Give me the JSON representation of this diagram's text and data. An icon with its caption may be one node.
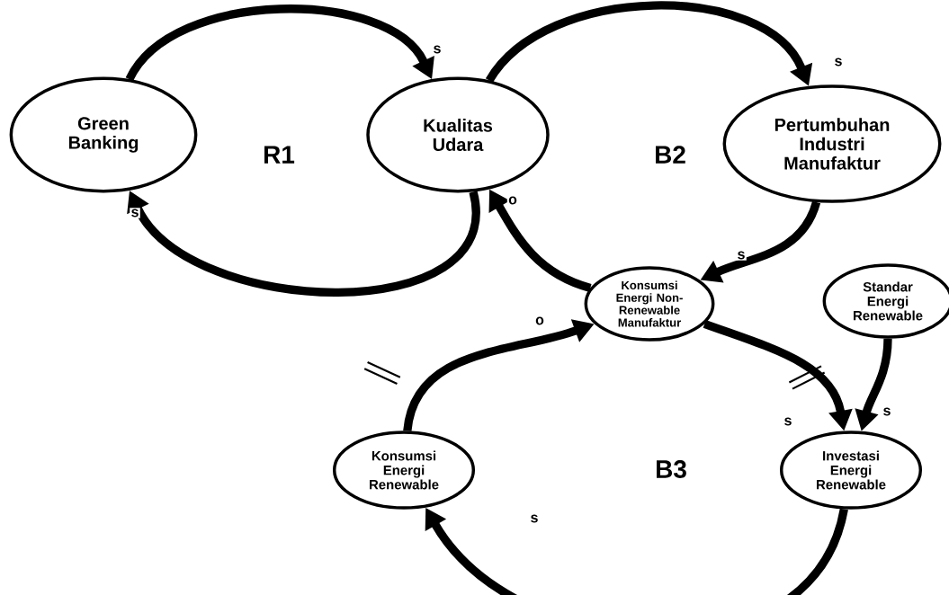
{
  "diagram": {
    "nodes": [
      {
        "text": [
          "Green Banking"
        ]
      },
      {
        "text": [
          "Kualitas Udara"
        ]
      },
      {
        "text": [
          "Pertumbuhan Industri Manufaktur"
        ]
      },
      {
        "text": [
          "Konsumsi Energi Non-Renewable Manufaktur"
        ]
      },
      {
        "text": [
          "Standar Energi Renewable"
        ]
      },
      {
        "text": [
          "Konsumsi Energi Renewable"
        ]
      },
      {
        "text": [
          "Investasi Energi Renewable"
        ]
      }
    ],
    "edges": [
      {
        "from": 0,
        "to": 1,
        "arrow": "to",
        "label": "s"
      },
      {
        "from": 1,
        "to": 0,
        "arrow": "to",
        "label": "s"
      },
      {
        "from": 1,
        "to": 2,
        "arrow": "to",
        "label": "s"
      },
      {
        "from": 2,
        "to": 3,
        "arrow": "to",
        "label": "s"
      },
      {
        "from": 3,
        "to": 1,
        "arrow": "to",
        "label": "o"
      },
      {
        "from": 5,
        "to": 3,
        "arrow": "to",
        "label": "o"
      },
      {
        "from": 3,
        "to": 6,
        "arrow": "to",
        "label": "s"
      },
      {
        "from": 4,
        "to": 6,
        "arrow": "to",
        "label": "s"
      },
      {
        "from": 6,
        "to": 5,
        "arrow": "to",
        "label": "s"
      }
    ],
    "labels": [
      "R1",
      "B2",
      "B3"
    ]
  }
}
